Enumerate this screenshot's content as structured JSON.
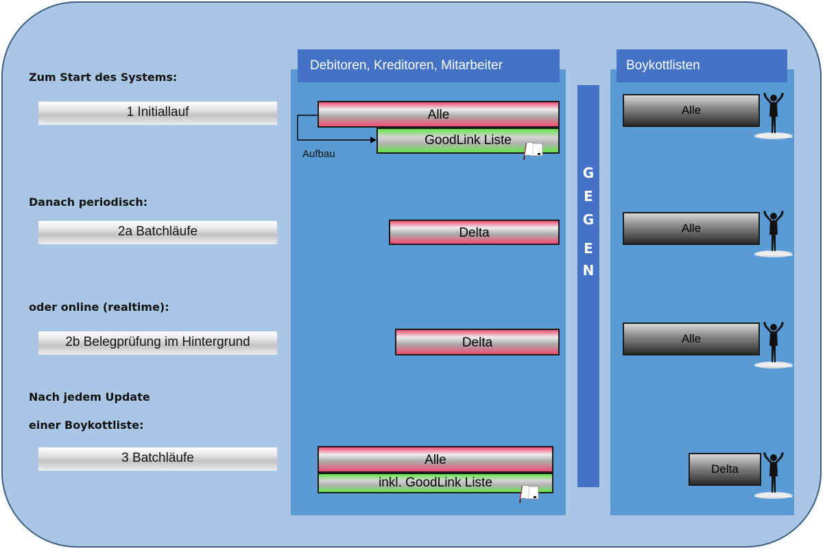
{
  "left": {
    "heading_start": "Zum Start des Systems:",
    "btn_initial": "1 Initiallauf",
    "heading_periodic": "Danach periodisch:",
    "btn_batch_2a": "2a Batchläufe",
    "heading_online": "oder online (realtime):",
    "btn_belegpruefung": "2b Belegprüfung  im Hintergrund",
    "heading_update_1": "Nach jedem Update",
    "heading_update_2": "einer Boykottliste:",
    "btn_batch_3": "3 Batchläufe"
  },
  "middle": {
    "title": "Debitoren, Kreditoren, Mitarbeiter",
    "row1_all": "Alle",
    "row1_goodlink": "GoodLink Liste",
    "aufbau": "Aufbau",
    "row2_delta": "Delta",
    "row3_delta": "Delta",
    "row4_all": "Alle",
    "row4_goodlink": "inkl. GoodLink Liste"
  },
  "gegen": [
    "G",
    "E",
    "G",
    "E",
    "N"
  ],
  "right": {
    "title": "Boykottlisten",
    "row1_all": "Alle",
    "row2_all": "Alle",
    "row3_all": "Alle",
    "row4_delta": "Delta"
  },
  "colors": {
    "background_panel": "#a9c7e4",
    "column_panel": "#5b9bd5",
    "header": "#4472c4",
    "red_bar": "#f04d73",
    "green_bar": "#66e64a"
  },
  "icons": [
    "flag-icon",
    "person-on-rock-icon"
  ]
}
